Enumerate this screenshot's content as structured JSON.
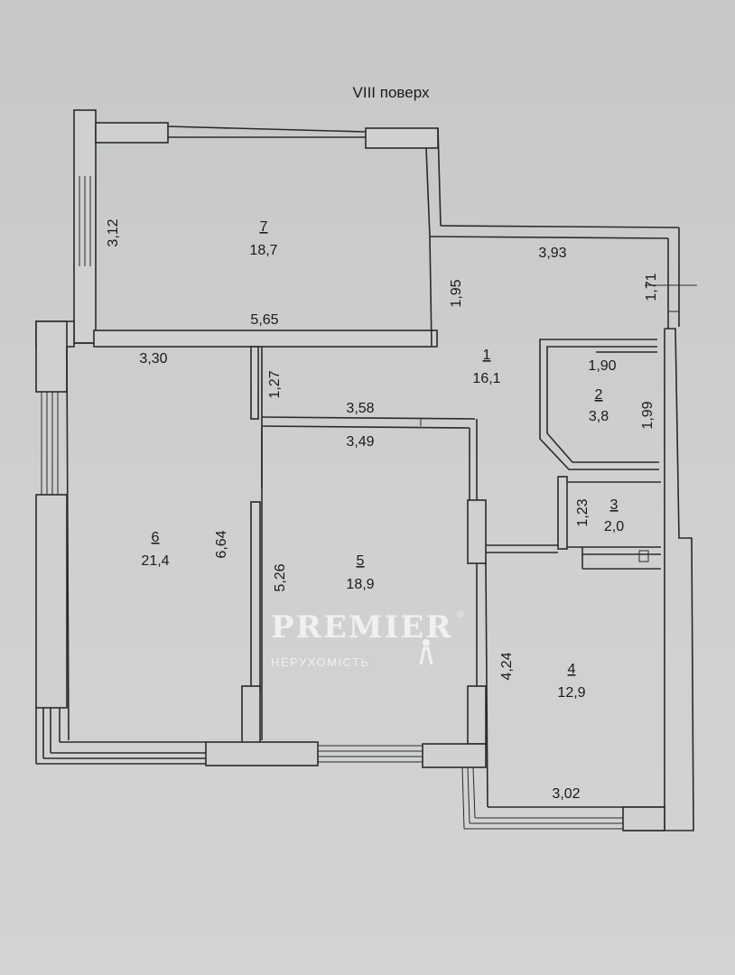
{
  "plan": {
    "title": "VIII поверх",
    "rooms": [
      {
        "number": "7",
        "area": "18,7"
      },
      {
        "number": "1",
        "area": "16,1"
      },
      {
        "number": "2",
        "area": "3,8"
      },
      {
        "number": "3",
        "area": "2,0"
      },
      {
        "number": "4",
        "area": "12,9"
      },
      {
        "number": "5",
        "area": "18,9"
      },
      {
        "number": "6",
        "area": "21,4"
      }
    ],
    "dimensions": {
      "d312": "3,12",
      "d565": "5,65",
      "d393": "3,93",
      "d195": "1,95",
      "d171": "1,71",
      "d330": "3,30",
      "d127": "1,27",
      "d358": "3,58",
      "d349": "3,49",
      "d190": "1,90",
      "d199": "1,99",
      "d123": "1,23",
      "d664": "6,64",
      "d526": "5,26",
      "d424": "4,24",
      "d302": "3,02"
    }
  },
  "watermark": {
    "brand": "PREMIER",
    "registered": "®",
    "subtitle": "НЕРУХОМІСТЬ"
  }
}
